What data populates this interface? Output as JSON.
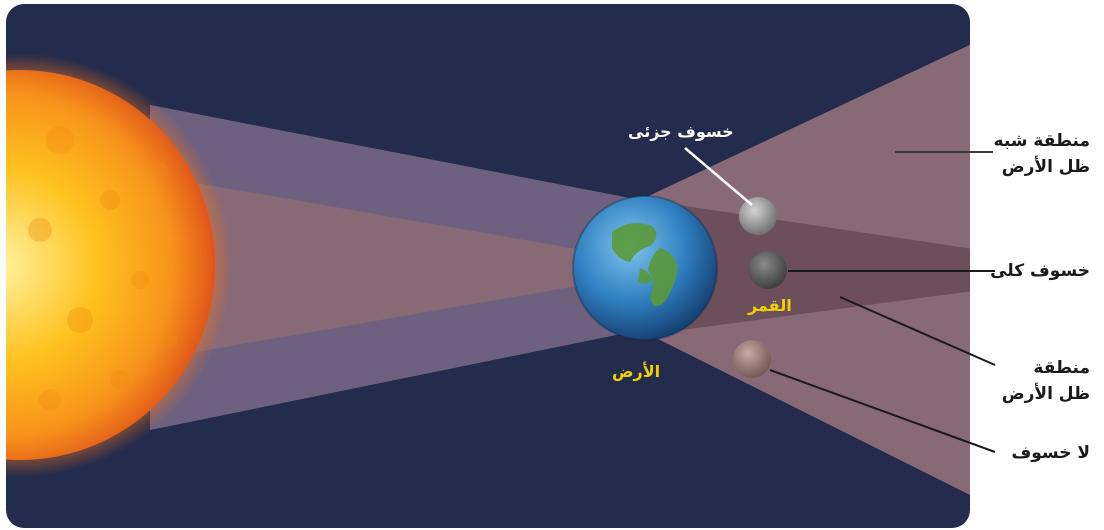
{
  "colors": {
    "space": "#232c4c",
    "penumbra": "#8e6e79",
    "umbra": "#6b4e5b",
    "highlight": "#f2d100",
    "text": "#1a1a1a"
  },
  "labels": {
    "penumbra_zone": [
      "منطقة شبه",
      "ظل الأرض"
    ],
    "total_eclipse": "خسوف كلى",
    "umbra_zone": [
      "منطقة",
      "ظل الأرض"
    ],
    "no_eclipse": "لا خسوف",
    "partial_eclipse": "خسوف جزئى",
    "moon": "القمر",
    "earth": "الأرض"
  }
}
